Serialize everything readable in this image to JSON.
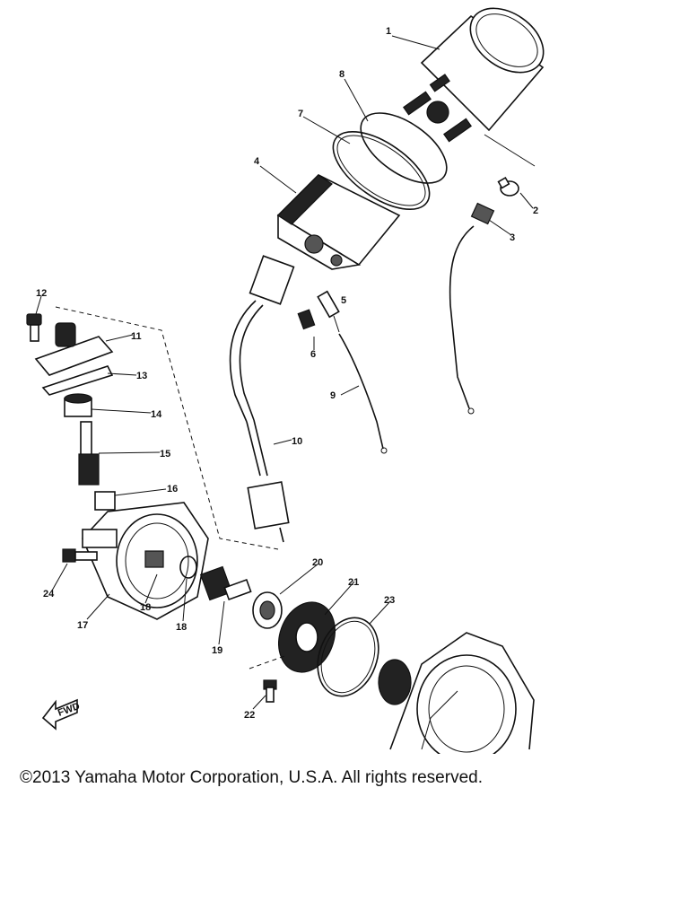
{
  "diagram": {
    "callouts": [
      "1",
      "2",
      "3",
      "4",
      "5",
      "6",
      "7",
      "8",
      "9",
      "10",
      "11",
      "12",
      "13",
      "14",
      "15",
      "16",
      "17",
      "18",
      "18",
      "19",
      "20",
      "21",
      "22",
      "23",
      "24"
    ],
    "arrow_text": "FWD"
  },
  "footer": {
    "copyright": "©2013 Yamaha Motor Corporation, U.S.A. All rights reserved."
  }
}
